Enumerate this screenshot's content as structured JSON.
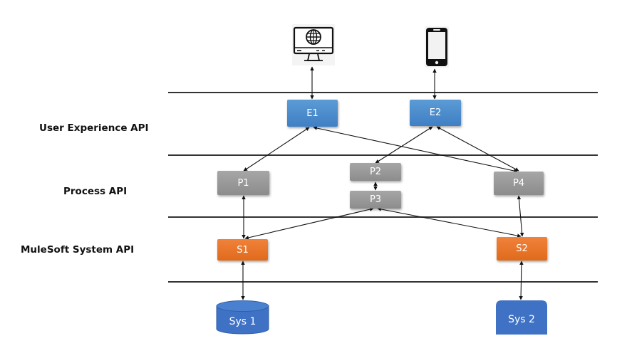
{
  "layers": {
    "experience": "User Experience API",
    "process": "Process API",
    "system": "MuleSoft System API"
  },
  "clients": [
    {
      "name": "desktop-browser",
      "icon": "monitor-globe-icon"
    },
    {
      "name": "mobile-phone",
      "icon": "smartphone-icon"
    }
  ],
  "experience_apis": [
    "E1",
    "E2"
  ],
  "process_apis": [
    "P1",
    "P2",
    "P3",
    "P4"
  ],
  "system_apis": [
    "S1",
    "S2"
  ],
  "backends": [
    "Sys 1",
    "Sys 2"
  ],
  "connections": [
    [
      "desktop",
      "E1"
    ],
    [
      "mobile",
      "E2"
    ],
    [
      "E1",
      "P1"
    ],
    [
      "E1",
      "P4"
    ],
    [
      "E2",
      "P2"
    ],
    [
      "E2",
      "P4"
    ],
    [
      "P2",
      "P3"
    ],
    [
      "P1",
      "S1"
    ],
    [
      "P3",
      "S1"
    ],
    [
      "P3",
      "S2"
    ],
    [
      "P4",
      "S2"
    ],
    [
      "S1",
      "Sys 1"
    ],
    [
      "S2",
      "Sys 2"
    ]
  ],
  "colors": {
    "experience": "#4a8ccf",
    "process": "#999999",
    "system": "#e8752a",
    "backend": "#3f72c4"
  }
}
